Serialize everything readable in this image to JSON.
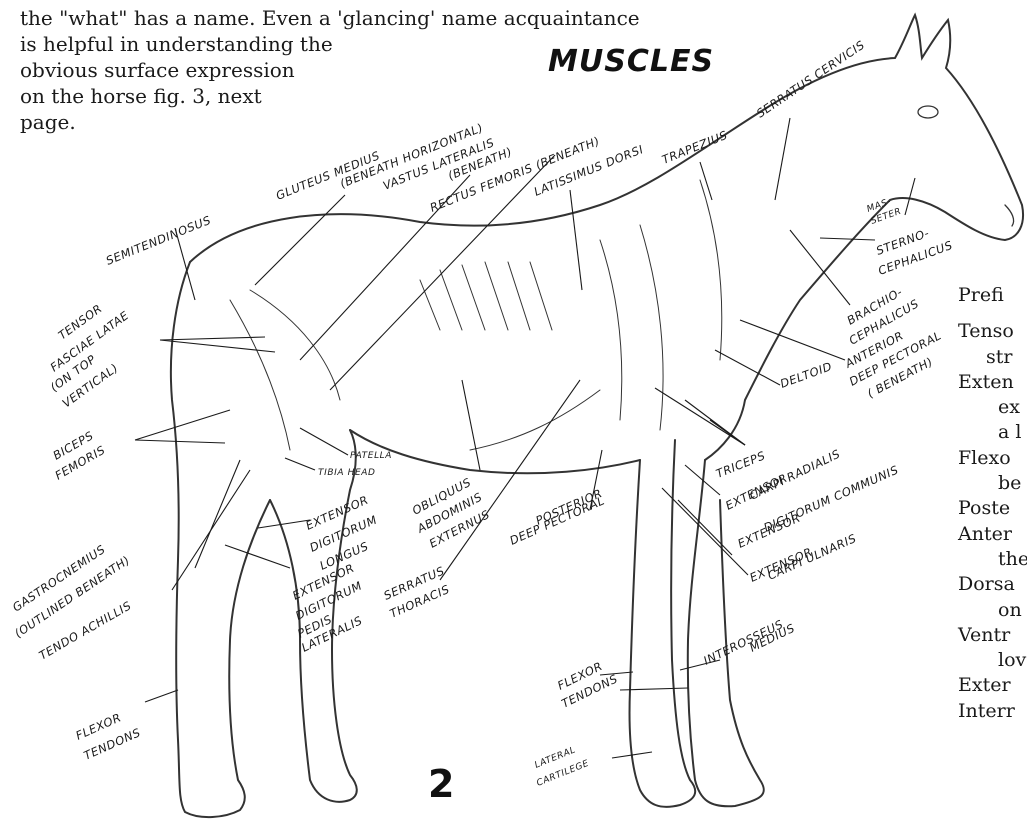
{
  "intro_lines": [
    "the \"what\" has a name.   Even a 'glancing' name acquaintance",
    "is helpful in understanding the",
    "obvious surface expression",
    "on the horse fig. 3, next",
    "page."
  ],
  "title": "MUSCLES",
  "page_number": "2",
  "labels": {
    "semitendinosus": "SEMITENDINOSUS",
    "gluteus_medius_1": "GLUTEUS MEDIUS",
    "gluteus_medius_2": "(BENEATH HORIZONTAL)",
    "vastus_lateralis_1": "VASTUS LATERALIS",
    "vastus_lateralis_2": "(BENEATH)",
    "rectus_femoris": "RECTUS FEMORIS (BENEATH)",
    "latissimus_dorsi": "LATISSIMUS DORSI",
    "trapezius": "TRAPEZIUS",
    "serratus_cervicis": "SERRATUS CERVICIS",
    "masseter_1": "MAS-",
    "masseter_2": "SETER",
    "sternocephalicus_1": "STERNO-",
    "sternocephalicus_2": "CEPHALICUS",
    "brachiocephalicus_1": "BRACHIO-",
    "brachiocephalicus_2": "CEPHALICUS",
    "anterior_deep_pectoral_1": "ANTERIOR",
    "anterior_deep_pectoral_2": "DEEP PECTORAL",
    "anterior_deep_pectoral_3": "( BENEATH)",
    "deltoid": "DELTOID",
    "tensor_1": "TENSOR",
    "tensor_2": "FASCIAE LATAE",
    "tensor_3": "(ON TOP",
    "tensor_4": "VERTICAL)",
    "biceps_1": "BICEPS",
    "biceps_2": "FEMORIS",
    "patella": "PATELLA",
    "tibia_head": "TIBIA HEAD",
    "obliquus_1": "OBLIQUUS",
    "obliquus_2": "ABDOMINIS",
    "obliquus_3": "EXTERNUS",
    "triceps": "TRICEPS",
    "ext_carpi_radialis_1": "EXTENSOR",
    "ext_carpi_radialis_2": "CARPI RADIALIS",
    "ext_dig_communis_1": "EXTENSOR",
    "ext_dig_communis_2": "DIGITORUM COMMUNIS",
    "ext_carpi_ulnaris_1": "EXTENSOR",
    "ext_carpi_ulnaris_2": "CARPI ULNARIS",
    "posterior_deep_pectoral_1": "POSTERIOR",
    "posterior_deep_pectoral_2": "DEEP PECTORAL",
    "ext_dig_longus_1": "EXTENSOR",
    "ext_dig_longus_2": "DIGITORUM",
    "ext_dig_longus_3": "LONGUS",
    "gastrocnemius_1": "GASTROCNEMIUS",
    "gastrocnemius_2": "(OUTLINED BENEATH)",
    "tendo_achillis": "TENDO ACHILLIS",
    "ext_dig_pedis_1": "EXTENSOR",
    "ext_dig_pedis_2": "DIGITORUM",
    "ext_dig_pedis_3": "PEDIS",
    "ext_dig_pedis_4": "LATERALIS",
    "serratus_thoracis_1": "SERRATUS",
    "serratus_thoracis_2": "THORACIS",
    "interosseus_1": "INTEROSSEUS",
    "interosseus_2": "MEDIUS",
    "flexor_tendons_front_1": "FLEXOR",
    "flexor_tendons_front_2": "TENDONS",
    "lateral_cartilege_1": "LATERAL",
    "lateral_cartilege_2": "CARTILEGE",
    "flexor_tendons_hind_1": "FLEXOR",
    "flexor_tendons_hind_2": "TENDONS"
  },
  "side_list": [
    "Prefi",
    "Tenso",
    "str",
    "Exten",
    "ex",
    "a l",
    "Flexo",
    "be",
    "Poste",
    "Anter",
    "the",
    "Dorsa",
    "on",
    "Ventr",
    "lov",
    "Exter",
    "Interr"
  ]
}
